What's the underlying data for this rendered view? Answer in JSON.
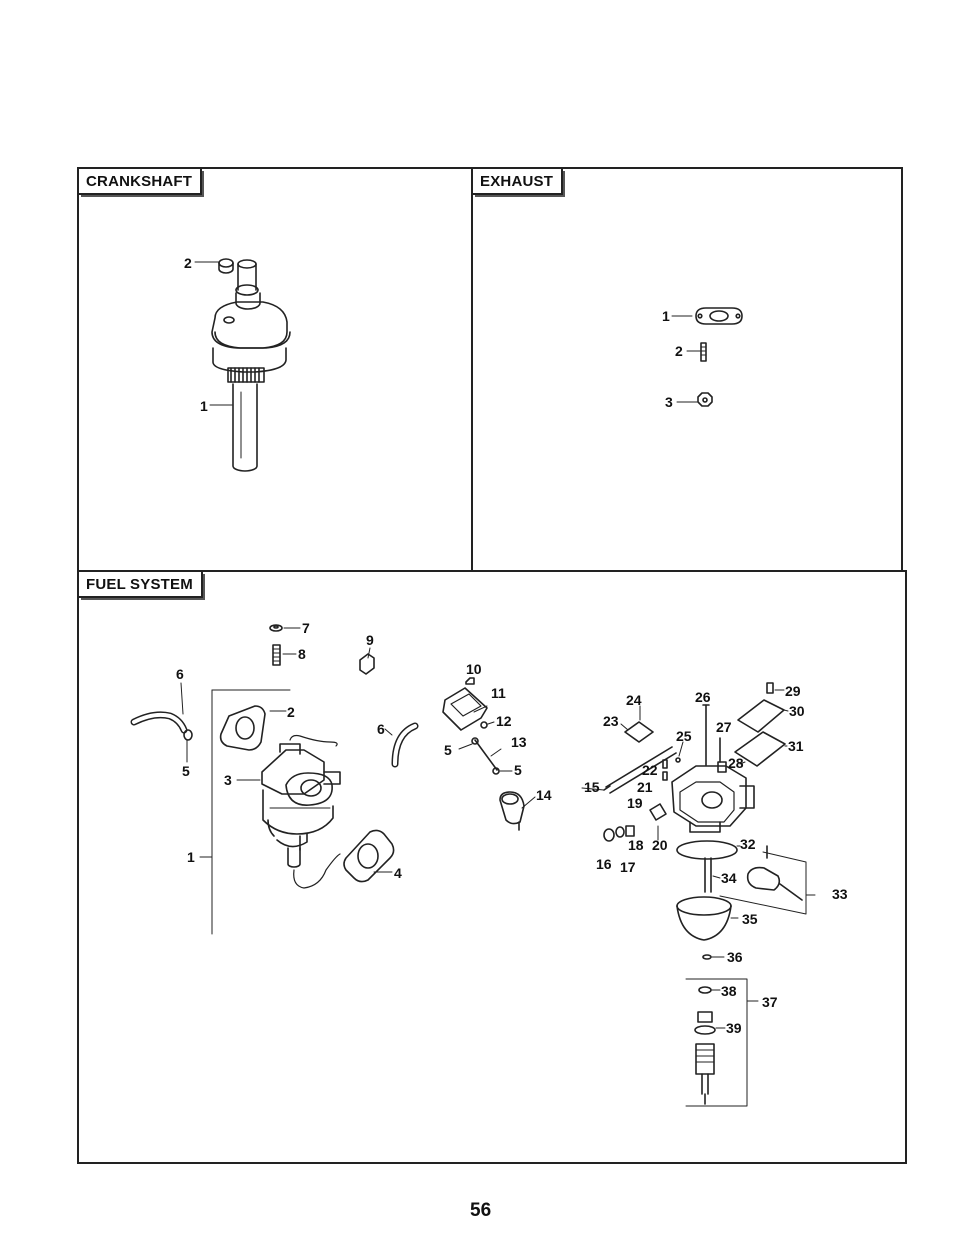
{
  "page_number": "56",
  "sections": {
    "crankshaft": {
      "title": "CRANKSHAFT",
      "callouts": [
        "1",
        "2"
      ]
    },
    "exhaust": {
      "title": "EXHAUST",
      "callouts": [
        "1",
        "2",
        "3"
      ]
    },
    "fuel_system": {
      "title": "FUEL SYSTEM",
      "callouts": [
        "1",
        "2",
        "3",
        "4",
        "5",
        "5",
        "5",
        "6",
        "6",
        "7",
        "8",
        "9",
        "10",
        "11",
        "12",
        "13",
        "14",
        "15",
        "16",
        "17",
        "18",
        "19",
        "20",
        "21",
        "22",
        "23",
        "24",
        "25",
        "26",
        "27",
        "28",
        "29",
        "30",
        "31",
        "32",
        "33",
        "34",
        "35",
        "36",
        "37",
        "38",
        "39"
      ]
    }
  }
}
